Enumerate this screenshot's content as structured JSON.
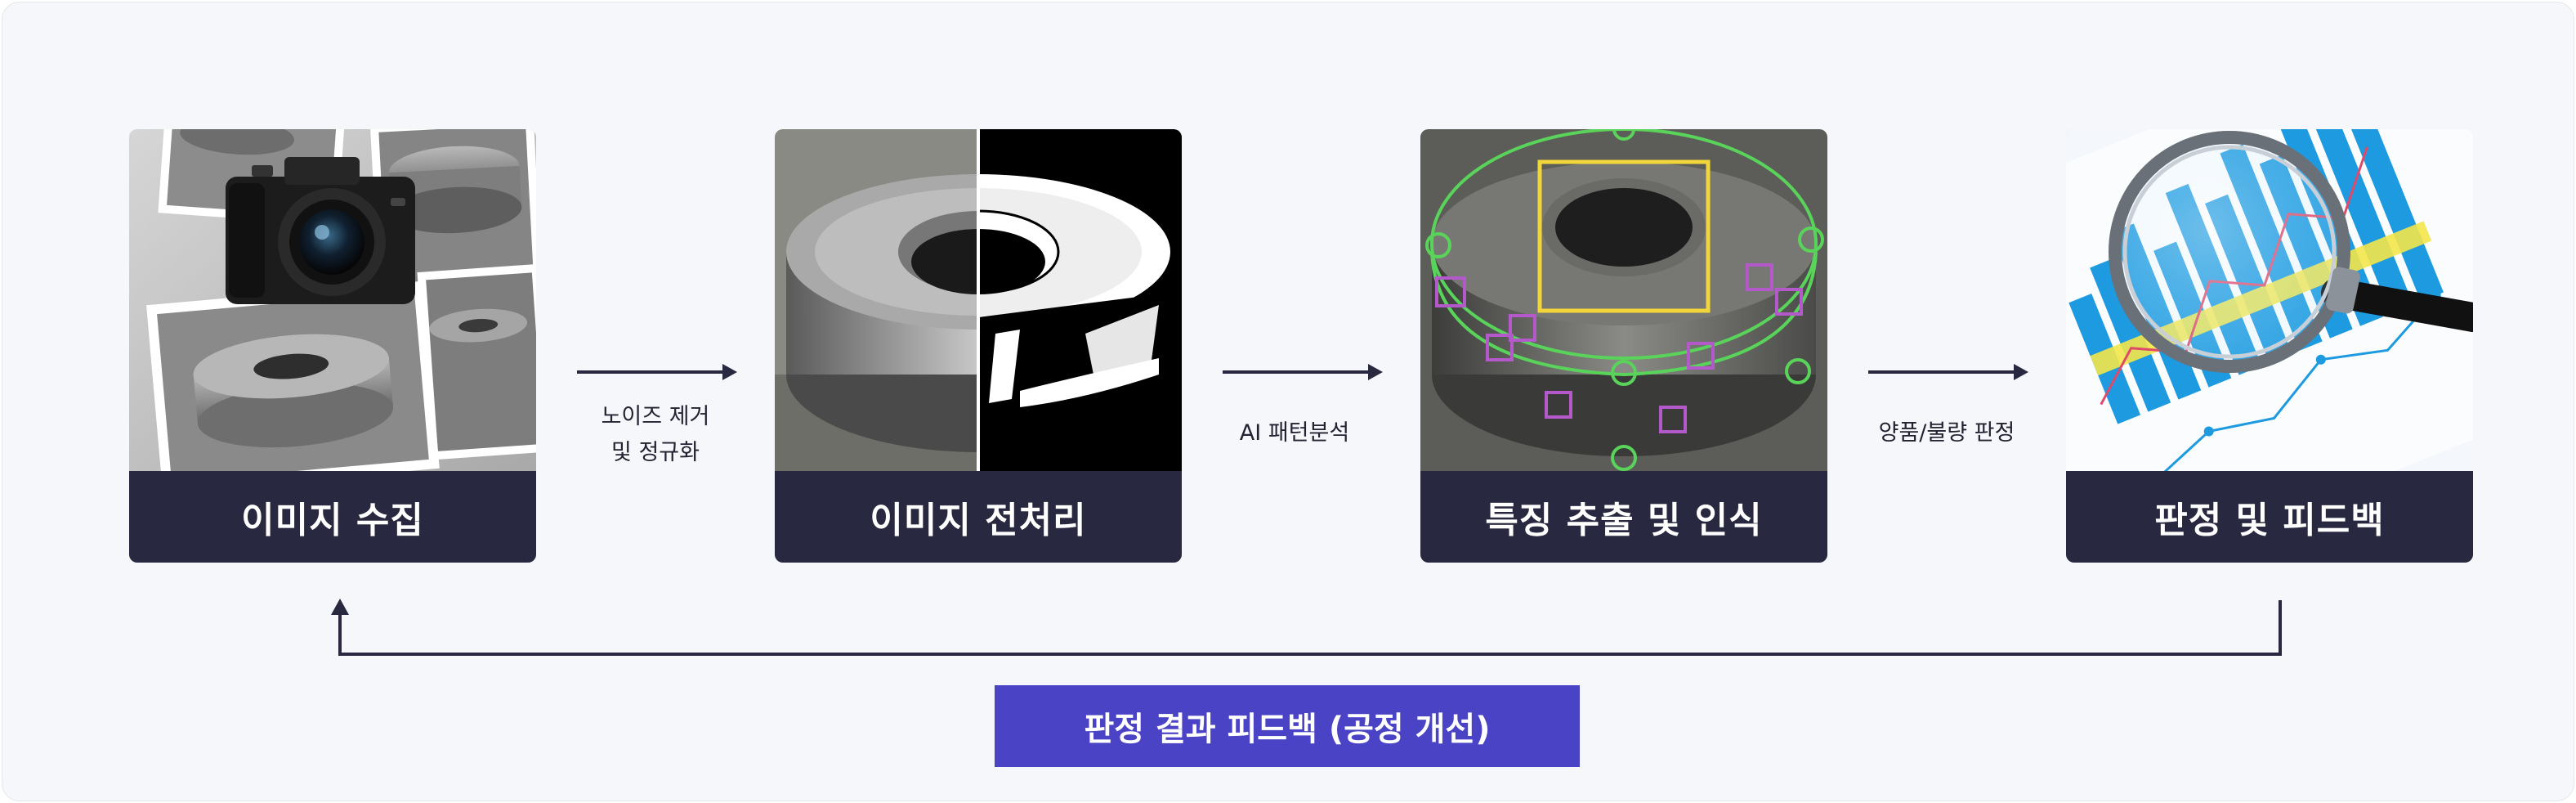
{
  "stages": [
    {
      "label": "이미지 수집",
      "image": "camera-and-metal-ring-photos"
    },
    {
      "label": "이미지 전처리",
      "image": "metal-ring-grayscale-and-binarized"
    },
    {
      "label": "특징 추출 및 인식",
      "image": "metal-ring-with-feature-markers"
    },
    {
      "label": "판정 및 피드백",
      "image": "magnifier-over-bar-chart"
    }
  ],
  "transitions": [
    {
      "line1": "노이즈 제거",
      "line2": "및 정규화"
    },
    {
      "line1": "AI 패턴분석"
    },
    {
      "line1": "양품/불량 판정"
    }
  ],
  "feedback": {
    "label": "판정 결과 피드백 (공정 개선)"
  },
  "colors": {
    "background": "#f6f7fa",
    "caption": "#282840",
    "arrow": "#282840",
    "feedback_box": "#4b43c6",
    "marker_green": "#59d35a",
    "marker_yellow": "#f0d63a",
    "marker_purple": "#b359c9"
  }
}
